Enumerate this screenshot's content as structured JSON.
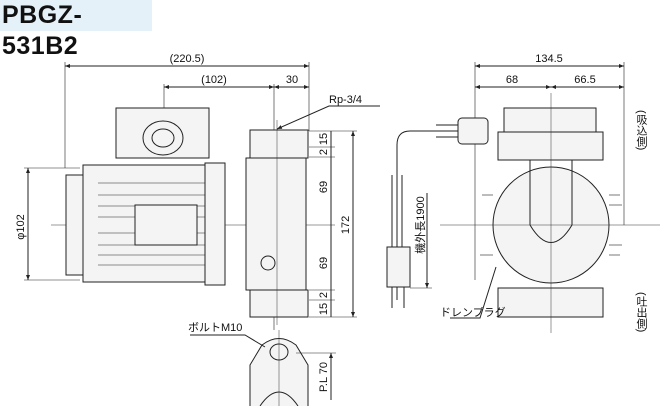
{
  "title": "PBGZ-531B2",
  "side_view": {
    "overall_length": "(220.5)",
    "length_102": "(102)",
    "length_30": "30",
    "port_label": "Rp-3/4",
    "heights": [
      "15",
      "2",
      "69",
      "69",
      "2",
      "15"
    ],
    "total_height": "172",
    "motor_diameter": "φ102"
  },
  "bottom_view": {
    "bolt_label": "ボルトM10",
    "pl_label": "P.L 70"
  },
  "front_view": {
    "overall_width": "134.5",
    "width_left": "68",
    "width_right": "66.5",
    "cable_label": "機外長1900",
    "drain_label": "ドレンプラグ",
    "suction_label": "(吸込側)",
    "discharge_label": "(吐出側)"
  }
}
